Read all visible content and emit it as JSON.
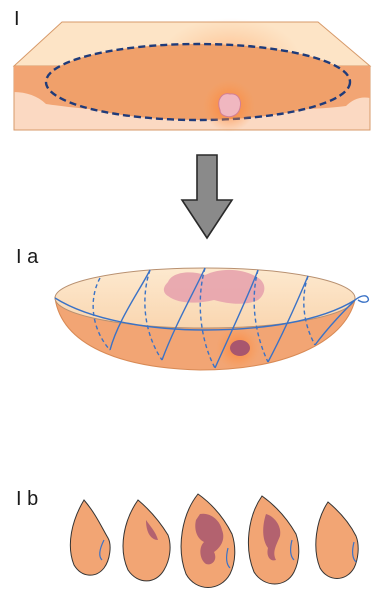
{
  "panels": {
    "step1": {
      "label": "I"
    },
    "step1a": {
      "label": "I a"
    },
    "step1b": {
      "label": "I b"
    }
  },
  "colors": {
    "tissue": "#f2a574",
    "tissue_edge": "#d8874e",
    "skin": "#fde4c6",
    "skin_side": "#fbd9c2",
    "tumor": "#e7a3ad",
    "tumor_dark": "#a8566e",
    "incision_line": "#1f3b7a",
    "suture": "#3a72c6",
    "arrow": "#8a8a8a"
  },
  "slices": {
    "count": 5
  }
}
